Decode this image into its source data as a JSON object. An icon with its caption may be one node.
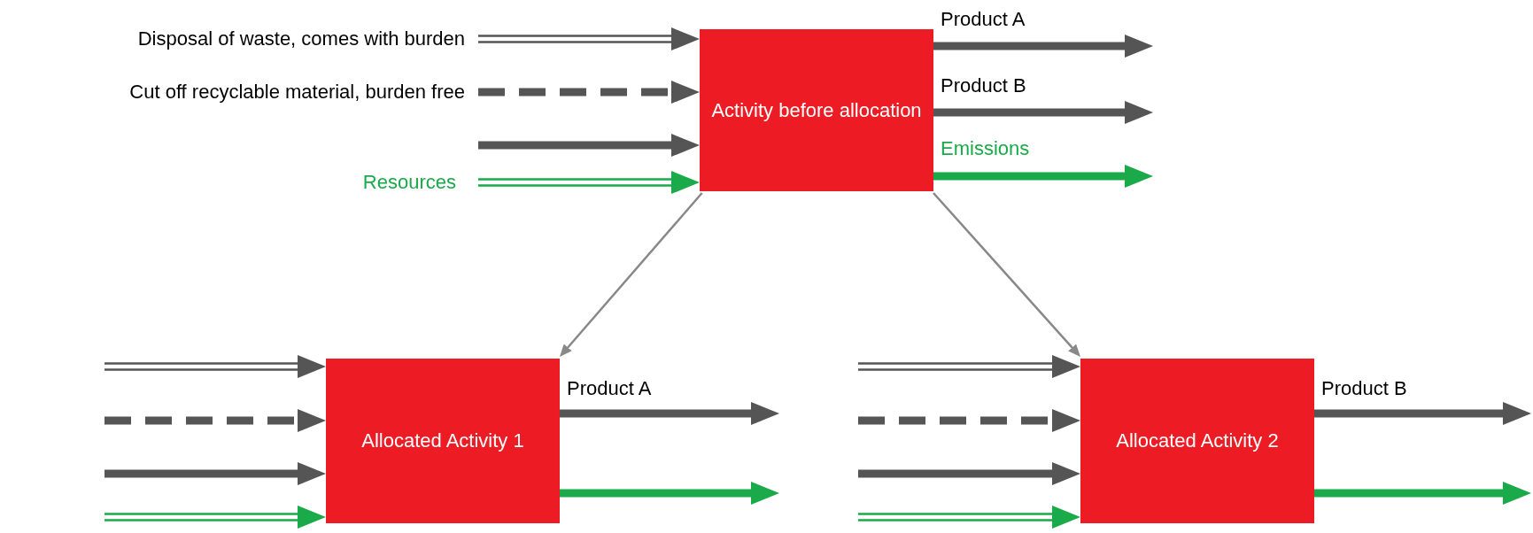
{
  "diagram": {
    "nodes": [
      {
        "text": [
          "Activity before allocation"
        ]
      },
      {
        "text": [
          "Allocated Activity 1"
        ]
      },
      {
        "text": [
          "Allocated Activity 2"
        ]
      }
    ],
    "edges": [
      {
        "from": null,
        "to": 0,
        "arrow": "to",
        "label": "Disposal of waste, comes with burden"
      },
      {
        "from": null,
        "to": 0,
        "arrow": "to",
        "label": "Cut off recyclable material, burden free",
        "style": "dashed"
      },
      {
        "from": null,
        "to": 0,
        "arrow": "to"
      },
      {
        "from": null,
        "to": 0,
        "arrow": "to",
        "label": "Resources",
        "color": "#1aaa4a"
      },
      {
        "from": 0,
        "to": null,
        "arrow": "to",
        "label": "Product A"
      },
      {
        "from": 0,
        "to": null,
        "arrow": "to",
        "label": "Product B"
      },
      {
        "from": 0,
        "to": null,
        "arrow": "to",
        "label": "Emissions",
        "color": "#1aaa4a"
      },
      {
        "from": 0,
        "to": 1,
        "arrow": "to",
        "color": "#888888"
      },
      {
        "from": 0,
        "to": 2,
        "arrow": "to",
        "color": "#888888"
      },
      {
        "from": null,
        "to": 1,
        "arrow": "to"
      },
      {
        "from": null,
        "to": 1,
        "arrow": "to",
        "style": "dashed"
      },
      {
        "from": null,
        "to": 1,
        "arrow": "to"
      },
      {
        "from": null,
        "to": 1,
        "arrow": "to",
        "color": "#1aaa4a"
      },
      {
        "from": 1,
        "to": null,
        "arrow": "to",
        "label": "Product A"
      },
      {
        "from": 1,
        "to": null,
        "arrow": "to",
        "color": "#1aaa4a"
      },
      {
        "from": null,
        "to": 2,
        "arrow": "to"
      },
      {
        "from": null,
        "to": 2,
        "arrow": "to",
        "style": "dashed"
      },
      {
        "from": null,
        "to": 2,
        "arrow": "to"
      },
      {
        "from": null,
        "to": 2,
        "arrow": "to",
        "color": "#1aaa4a"
      },
      {
        "from": 2,
        "to": null,
        "arrow": "to",
        "label": "Product B"
      },
      {
        "from": 2,
        "to": null,
        "arrow": "to",
        "color": "#1aaa4a"
      }
    ]
  }
}
